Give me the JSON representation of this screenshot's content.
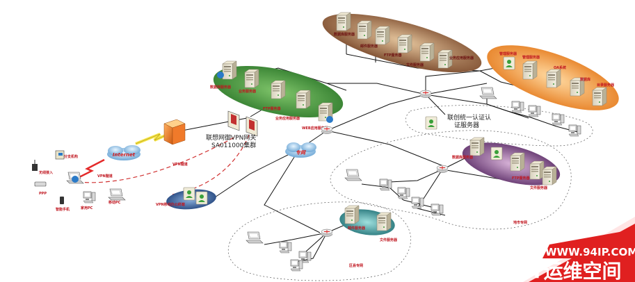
{
  "labels": {
    "dmz_db_server": "数据库服务器",
    "dmz_biz_server": "业务服务器",
    "dmz_ftp_server": "FTP服务器",
    "dmz_biz_app_server": "业务应用服务器",
    "dmz_web_server": "WEB应用服务器",
    "top_db_server": "数据库服务器",
    "top_mail_server": "邮件服务器",
    "top_ftp_server": "FTP服务器",
    "top_file_server": "文件服务器",
    "top_biz_app_server": "业务应用服务器",
    "oa_mgmt_server_1": "管理服务器",
    "oa_mgmt_server_2": "管理服务器",
    "oa_system": "OA系统",
    "oa_db": "数据库",
    "oa_dir_server": "目录服务器",
    "auth_server_line1": "联创统一认证认",
    "auth_server_line2": "证服务器",
    "vpn_gateway_line1": "联想网御VPN网关",
    "vpn_gateway_line2": "SA011000集群",
    "internet_cloud": "Internet",
    "private_net_cloud": "专网",
    "vpn_tunnel_1": "VPN隧道",
    "vpn_tunnel_2": "VPN隧道",
    "vpn_mobile_office": "VPN移动办公终端",
    "wireless_access": "无线接入",
    "branch_office": "分支机构",
    "ppp": "PPP",
    "smart_phone": "智能手机",
    "home_pc": "家用PC",
    "mobile_pc": "移动PC",
    "city_db_server": "数据库服务器",
    "city_ftp_server": "FTP服务器",
    "city_file_server": "文件服务器",
    "city_private_net": "地市专网",
    "county_mail_server": "邮件服务器",
    "county_file_server": "文件服务器",
    "county_private_net": "区县专网"
  },
  "watermark": {
    "url": "WWW.94IP.COM",
    "name": "IT运维空间"
  },
  "colors": {
    "green_zone": "#3f8f3a",
    "brown_zone": "#8a5a3a",
    "orange_zone": "#e8852a",
    "purple_zone": "#6a3a7a",
    "teal_zone": "#2e8a8e",
    "red_banner": "#e02020",
    "link_line": "#111111",
    "vpn_dash": "#d03030"
  }
}
